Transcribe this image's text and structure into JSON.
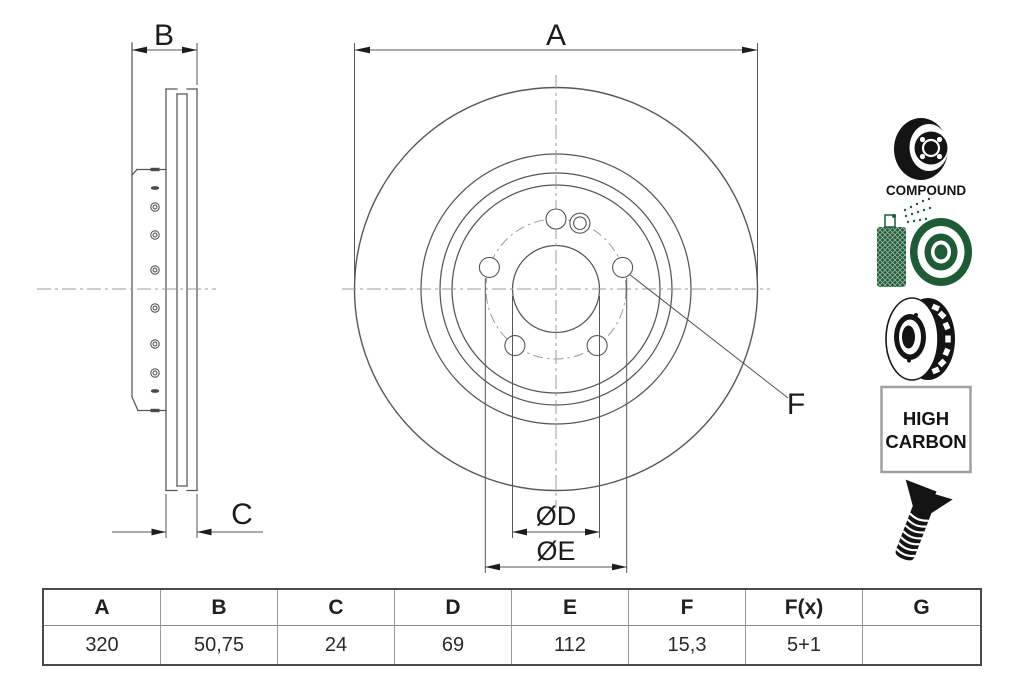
{
  "drawing": {
    "labels": {
      "a": "A",
      "b": "B",
      "c": "C",
      "d": "ØD",
      "e": "ØE",
      "f": "F"
    }
  },
  "icons": {
    "compound": {
      "name": "compound-disc-icon",
      "label": "COMPOUND"
    },
    "coated": {
      "name": "spray-coated-disc-icon"
    },
    "vented": {
      "name": "vented-disc-icon"
    },
    "high_carbon": {
      "name": "high-carbon-badge",
      "line1": "HIGH",
      "line2": "CARBON"
    },
    "screw": {
      "name": "countersunk-screw-icon"
    }
  },
  "colors": {
    "line": "#565656",
    "dark": "#1c1c1c",
    "centerline": "#9b9b9b",
    "green": "#1e5b36",
    "icon_black": "#141414",
    "table_border": "#4a4a4a",
    "table_grid": "#9a9a9a"
  },
  "spec_table": {
    "headers": [
      "A",
      "B",
      "C",
      "D",
      "E",
      "F",
      "F(x)",
      "G"
    ],
    "values": [
      "320",
      "50,75",
      "24",
      "69",
      "112",
      "15,3",
      "5+1",
      ""
    ]
  }
}
